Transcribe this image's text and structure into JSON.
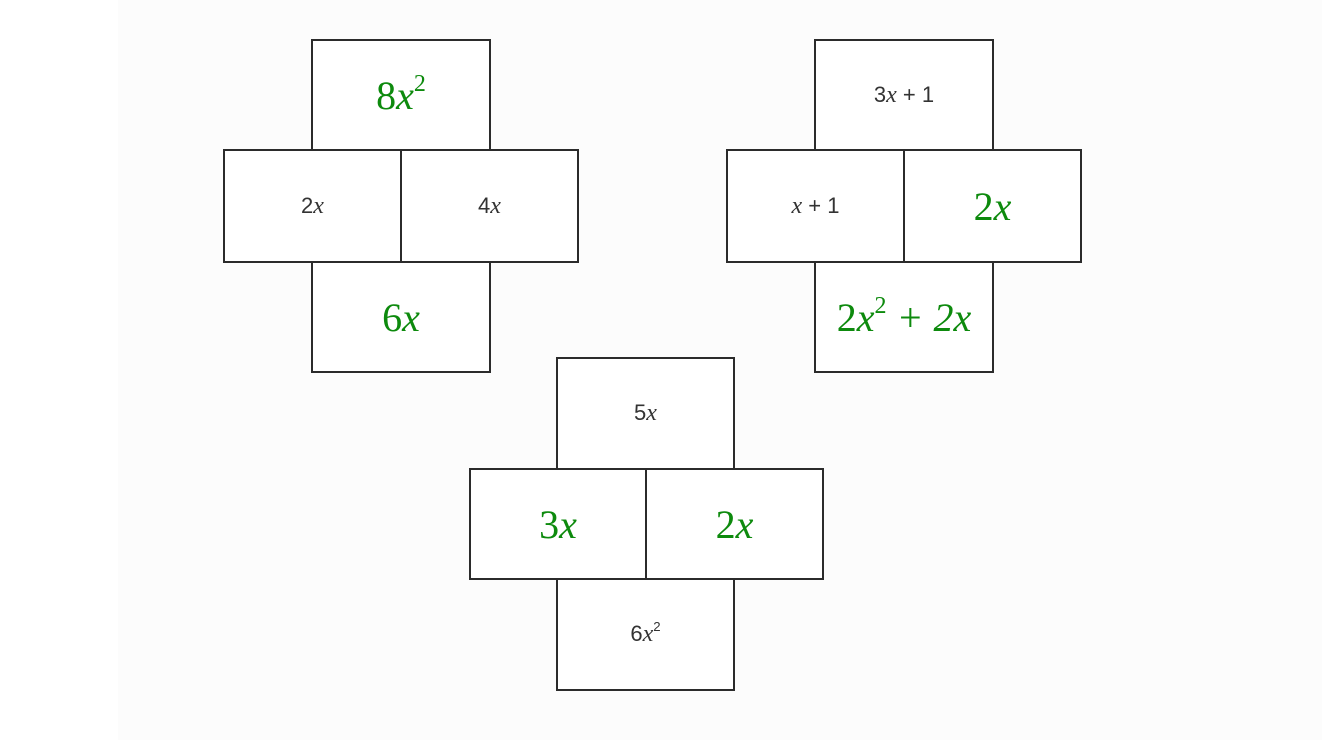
{
  "puzzles": [
    {
      "top": {
        "coef": "8",
        "var": "x",
        "exp": "2",
        "tail": "",
        "kind": "answer"
      },
      "left": {
        "coef": "2",
        "var": "x",
        "exp": "",
        "tail": "",
        "kind": "printed"
      },
      "right": {
        "coef": "4",
        "var": "x",
        "exp": "",
        "tail": "",
        "kind": "printed"
      },
      "bottom": {
        "coef": "6",
        "var": "x",
        "exp": "",
        "tail": "",
        "kind": "answer"
      }
    },
    {
      "top": {
        "coef": "3",
        "var": "x",
        "exp": "",
        "tail": " + 1",
        "kind": "printed"
      },
      "left": {
        "coef": "",
        "var": "x",
        "exp": "",
        "tail": " + 1",
        "kind": "printed"
      },
      "right": {
        "coef": "2",
        "var": "x",
        "exp": "",
        "tail": "",
        "kind": "answer"
      },
      "bottom": {
        "coef": "2",
        "var": "x",
        "exp": "2",
        "tail": " + 2x",
        "kind": "answer"
      }
    },
    {
      "top": {
        "coef": "5",
        "var": "x",
        "exp": "",
        "tail": "",
        "kind": "printed"
      },
      "left": {
        "coef": "3",
        "var": "x",
        "exp": "",
        "tail": "",
        "kind": "answer"
      },
      "right": {
        "coef": "2",
        "var": "x",
        "exp": "",
        "tail": "",
        "kind": "answer"
      },
      "bottom": {
        "coef": "6",
        "var": "x",
        "exp": "2",
        "tail": "",
        "kind": "printed"
      }
    }
  ],
  "colors": {
    "answer": "#0d8a0d",
    "printed": "#333333",
    "border": "#2b2b2b"
  }
}
